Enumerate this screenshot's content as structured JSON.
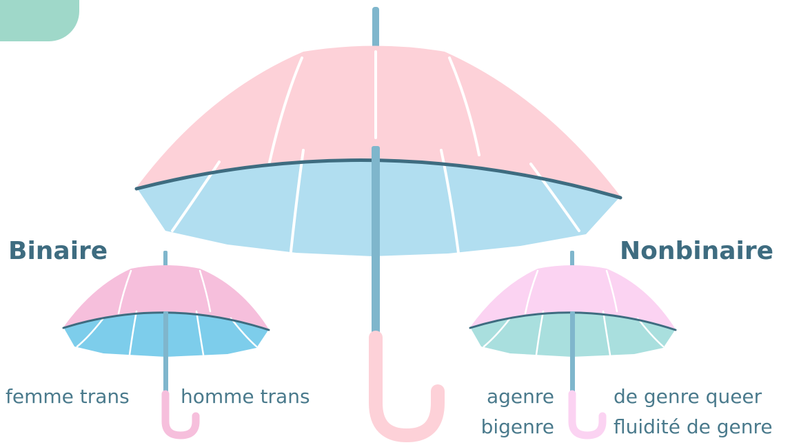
{
  "groups": {
    "binary": {
      "heading": "Binaire",
      "identities": [
        "femme trans",
        "homme trans"
      ]
    },
    "nonbinary": {
      "heading": "Nonbinaire",
      "identities_left": [
        "agenre",
        "bigenre"
      ],
      "identities_right": [
        "de genre queer",
        "fluidité de genre"
      ]
    }
  },
  "colors": {
    "corner_tab": "#9fd8c9",
    "heading_text": "#3e6c80",
    "label_text": "#4a7a8c",
    "big_canopy_top": "#fdd1d8",
    "big_canopy_bottom": "#b1def0",
    "binary_canopy_top": "#f6bfdc",
    "binary_canopy_bottom": "#7dcdeb",
    "nonbinary_canopy_top": "#fbd3f2",
    "nonbinary_canopy_bottom": "#a9dfde",
    "shaft": "#7fb6cc",
    "rim": "#3e6c80"
  },
  "icons": [
    "large-umbrella-icon",
    "binary-umbrella-icon",
    "nonbinary-umbrella-icon"
  ]
}
